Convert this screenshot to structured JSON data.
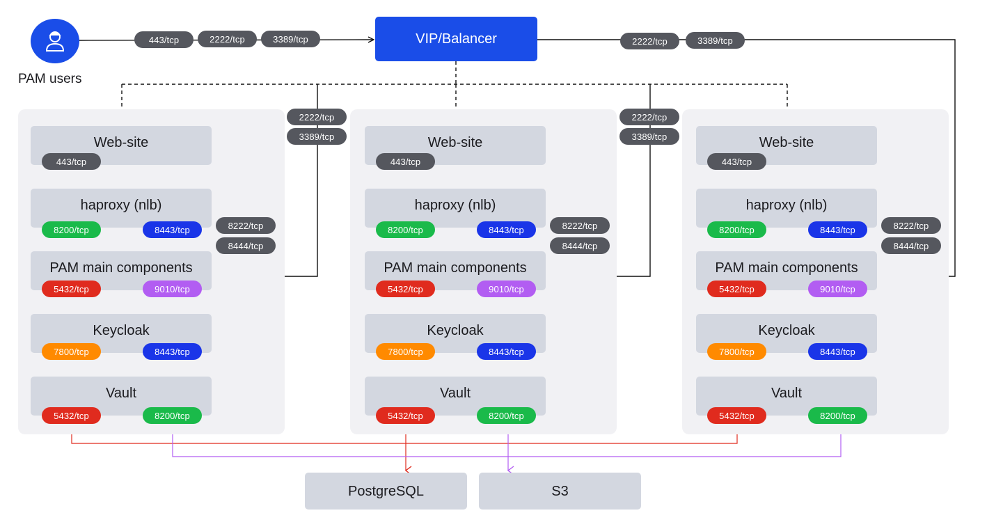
{
  "users": {
    "label": "PAM users",
    "icon": "user-icon"
  },
  "balancer": {
    "label": "VIP/Balancer"
  },
  "user_ports": [
    "443/tcp",
    "2222/tcp",
    "3389/tcp"
  ],
  "balancer_right_ports": [
    "2222/tcp",
    "3389/tcp"
  ],
  "ssh_rdp_ports": [
    "2222/tcp",
    "3389/tcp"
  ],
  "backchannel_ports": [
    "8222/tcp",
    "8444/tcp"
  ],
  "node": {
    "website": {
      "label": "Web-site",
      "port": "443/tcp"
    },
    "haproxy": {
      "label": "haproxy (nlb)",
      "port_left": "8200/tcp",
      "port_right": "8443/tcp"
    },
    "pam": {
      "label": "PAM main components",
      "port_left": "5432/tcp",
      "port_right": "9010/tcp"
    },
    "keycloak": {
      "label": "Keycloak",
      "port_left": "7800/tcp",
      "port_right": "8443/tcp"
    },
    "vault": {
      "label": "Vault",
      "port_left": "5432/tcp",
      "port_right": "8200/tcp"
    }
  },
  "targets": {
    "postgres": "PostgreSQL",
    "s3": "S3"
  },
  "colors": {
    "gray_pill": "#55575e",
    "green": "#1aba4a",
    "blue": "#1a35e8",
    "red": "#e02b1e",
    "purple": "#b25df2",
    "orange": "#ff8a00",
    "accent": "#1a4de8"
  }
}
